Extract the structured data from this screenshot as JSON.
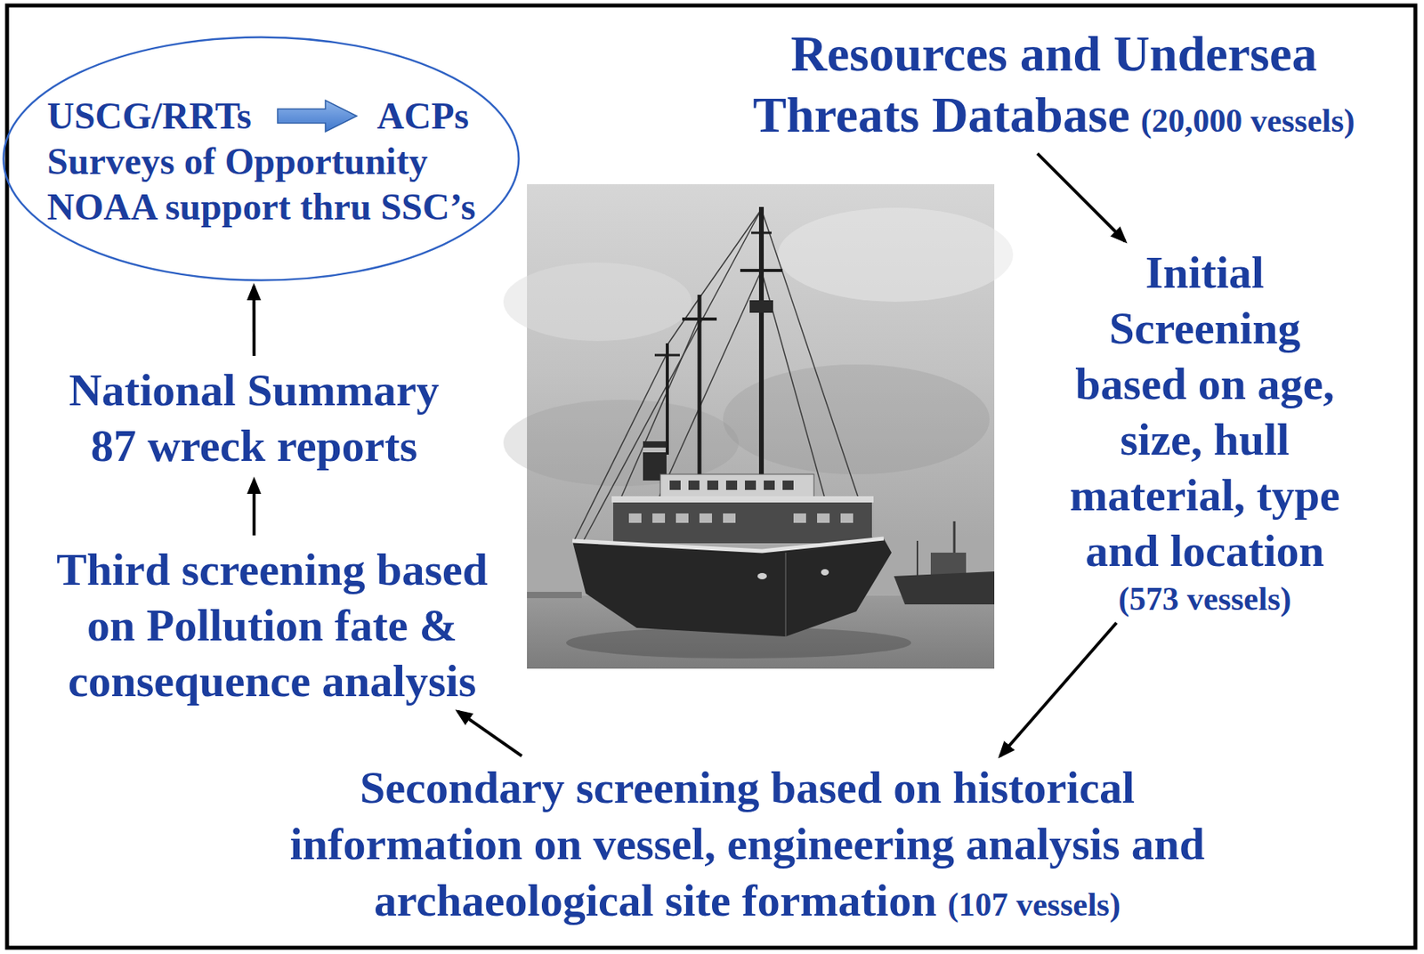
{
  "diagram": {
    "nodes": [
      {
        "text": [
          "USCG/RRTs",
          "ACPs",
          "Surveys of Opportunity",
          "NOAA support thru SSC’s"
        ]
      },
      {
        "text": [
          "Resources and Undersea Threats Database",
          "(20,000 vessels)"
        ]
      },
      {
        "text": [
          "Initial Screening based on age, size, hull material, type and location",
          "(573 vessels)"
        ]
      },
      {
        "text": [
          "Secondary screening based on historical information on vessel, engineering analysis and archaeological site formation",
          "(107 vessels)"
        ]
      },
      {
        "text": [
          "Third screening based on Pollution fate & consequence analysis"
        ]
      },
      {
        "text": [
          "National Summary 87 wreck reports"
        ]
      }
    ],
    "edges": [
      {
        "from": 1,
        "to": 2,
        "arrow": "to"
      },
      {
        "from": 2,
        "to": 3,
        "arrow": "to"
      },
      {
        "from": 3,
        "to": 4,
        "arrow": "to"
      },
      {
        "from": 4,
        "to": 5,
        "arrow": "to"
      },
      {
        "from": 5,
        "to": 0,
        "arrow": "to"
      }
    ]
  }
}
